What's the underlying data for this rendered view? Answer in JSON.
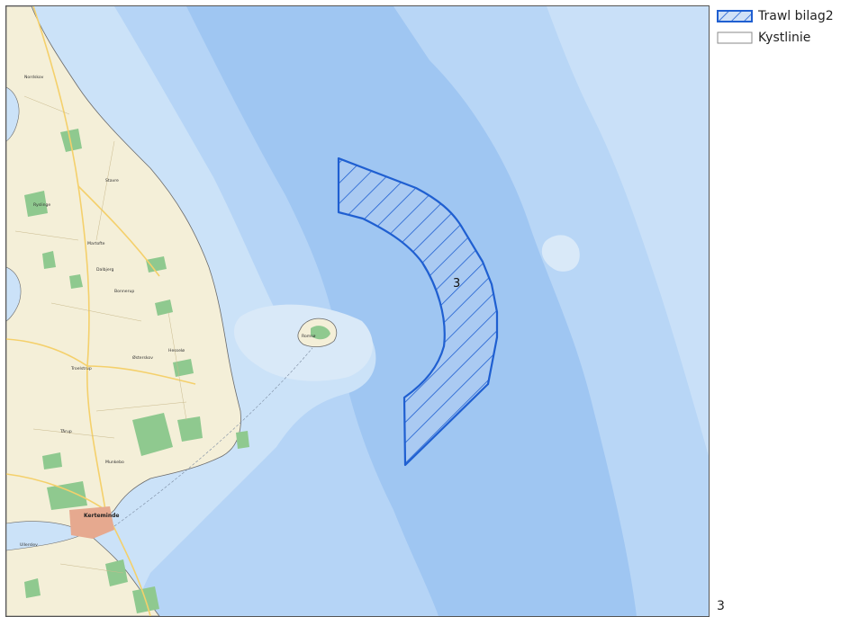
{
  "legend": {
    "items": [
      {
        "label": "Trawl bilag2"
      },
      {
        "label": "Kystlinie"
      }
    ]
  },
  "map": {
    "area_label": "3",
    "town_label": "Kerteminde",
    "places": [
      "Nordskov",
      "Stavre",
      "Ryslinge",
      "Martofte",
      "Dalbjerg",
      "Bonnerup",
      "Østerskov",
      "Hesselø",
      "Troelstrup",
      "Tårup",
      "Munkebo",
      "Ullerslev",
      "Romsø"
    ]
  },
  "page": {
    "number": "3"
  },
  "colors": {
    "deep_water": "#9fc6f2",
    "mid_water": "#aed0f5",
    "shallow_water": "#c4ddf7",
    "coastal_water": "#d9e9f8",
    "land": "#f4efd8",
    "forest": "#8fc98f",
    "road": "#f4d06b",
    "trawl_outline": "#1f5fd1",
    "trawl_fill": "#b0cdf2"
  }
}
